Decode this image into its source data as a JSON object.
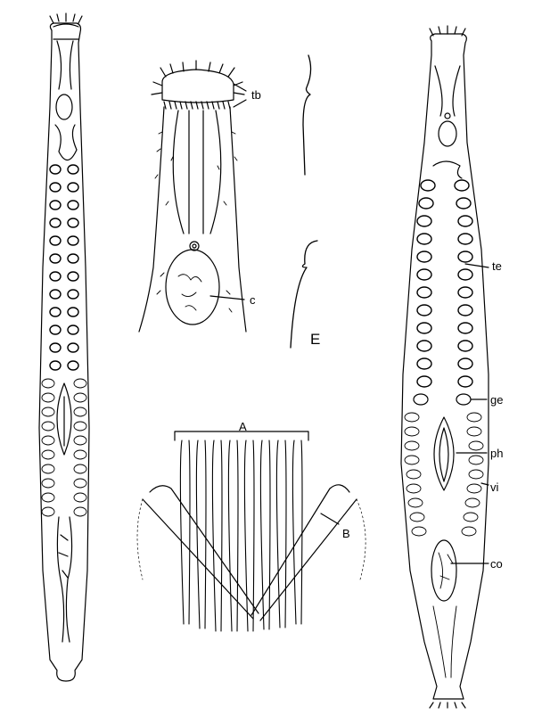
{
  "labels": {
    "tb": "tb",
    "c": "c",
    "E": "E",
    "A": "A",
    "B": "B",
    "te": "te",
    "ge": "ge",
    "ph": "ph",
    "vi": "vi",
    "co": "co"
  },
  "colors": {
    "ink": "#000000",
    "paper": "#ffffff"
  }
}
